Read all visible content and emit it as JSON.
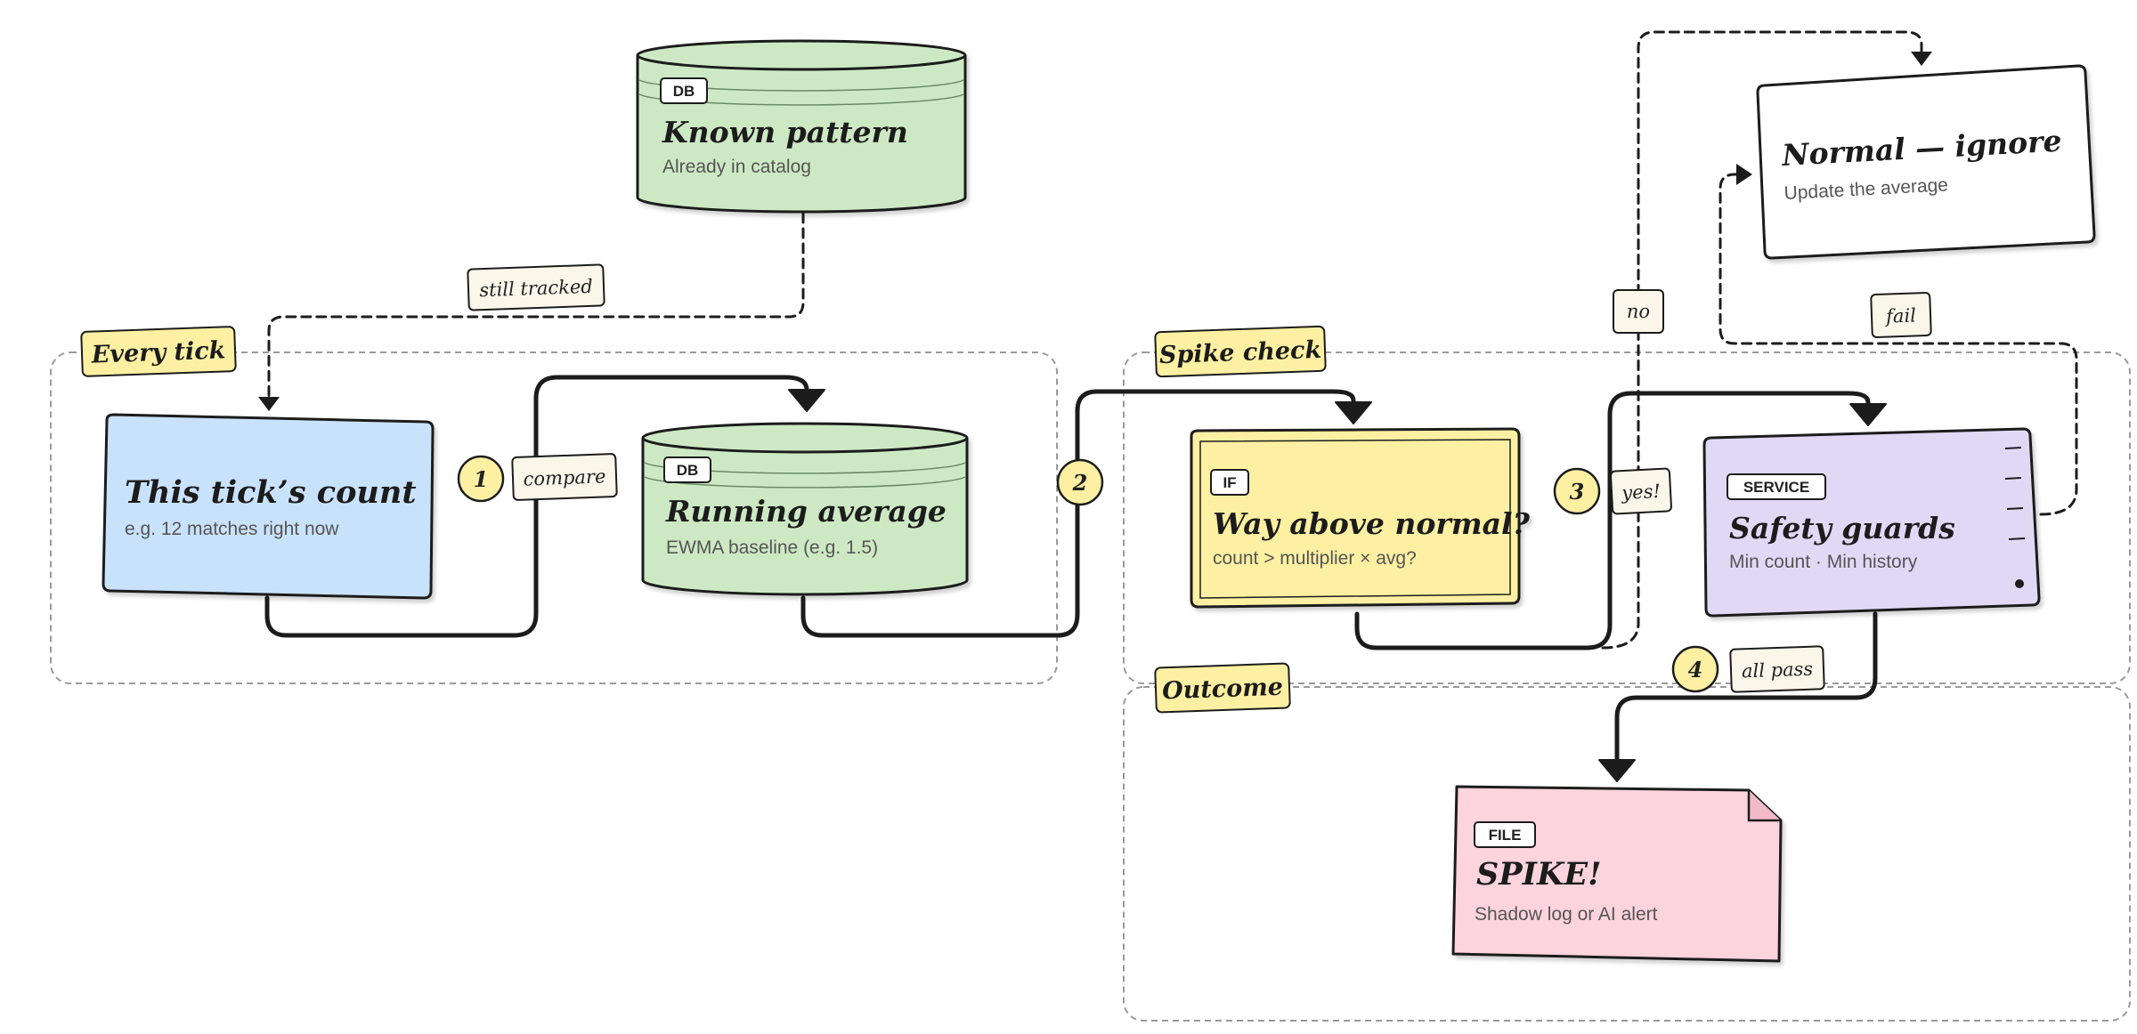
{
  "groups": {
    "every_tick": "Every tick",
    "spike_check": "Spike check",
    "outcome": "Outcome"
  },
  "nodes": {
    "known_pattern": {
      "badge": "DB",
      "title": "Known pattern",
      "subtitle": "Already in catalog"
    },
    "tick_count": {
      "title": "This tick’s count",
      "subtitle": "e.g. 12 matches right now"
    },
    "running_average": {
      "badge": "DB",
      "title": "Running average",
      "subtitle": "EWMA baseline (e.g. 1.5)"
    },
    "way_above": {
      "badge": "IF",
      "title": "Way above normal?",
      "subtitle": "count > multiplier × avg?"
    },
    "safety_guards": {
      "badge": "SERVICE",
      "title": "Safety guards",
      "subtitle": "Min count · Min history"
    },
    "normal_ignore": {
      "title": "Normal — ignore",
      "subtitle": "Update the average"
    },
    "spike": {
      "badge": "FILE",
      "title": "SPIKE!",
      "subtitle": "Shadow log or AI alert"
    }
  },
  "edges": {
    "still_tracked": "still tracked",
    "compare": "compare",
    "yes": "yes!",
    "no": "no",
    "fail": "fail",
    "all_pass": "all pass"
  },
  "steps": [
    "1",
    "2",
    "3",
    "4"
  ],
  "colors": {
    "blue_fill": "#c9e2fb",
    "green_fill": "#cde9c4",
    "yellow_fill": "#fdf0a3",
    "purple_fill": "#e0d9f6",
    "pink_fill": "#fdd3de",
    "white_fill": "#ffffff",
    "group_tag_fill": "#fdf0a3",
    "edge_label_fill": "#fbf6ea",
    "stroke": "#1c1c1c"
  }
}
